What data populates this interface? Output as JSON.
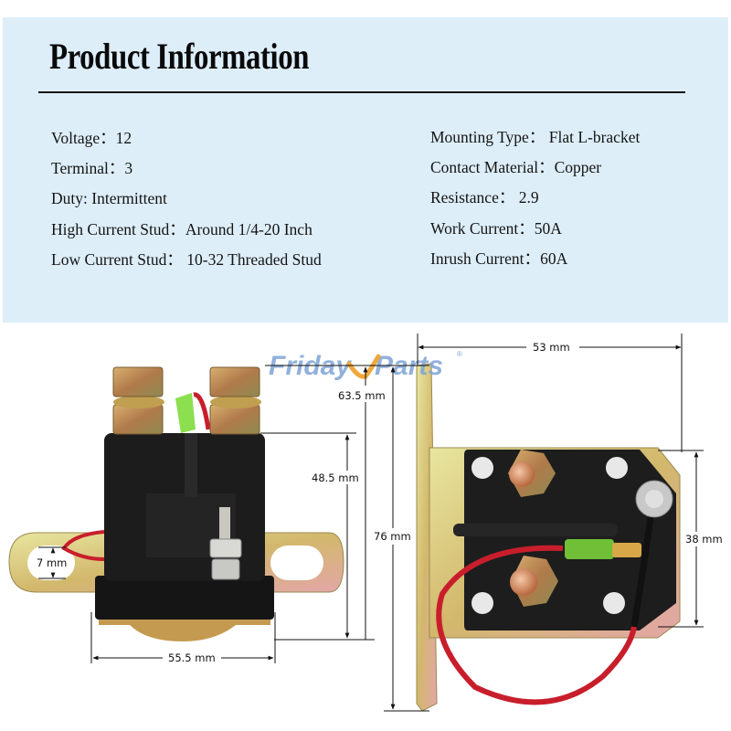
{
  "header": {
    "title": "Product Information"
  },
  "specs": {
    "left": [
      {
        "label": "Voltage：",
        "value": "12"
      },
      {
        "label": "Terminal：",
        "value": "3"
      },
      {
        "label": "Duty: ",
        "value": "Intermittent"
      },
      {
        "label": "High Current Stud：",
        "value": "Around 1/4-20 Inch"
      },
      {
        "label": "Low Current Stud：",
        "value": " 10-32 Threaded Stud"
      }
    ],
    "right": [
      {
        "label": "Mounting Type：",
        "value": " Flat L-bracket"
      },
      {
        "label": "Contact Material：",
        "value": "Copper"
      },
      {
        "label": "Resistance：",
        "value": " 2.9"
      },
      {
        "label": "Work Current：",
        "value": "50A"
      },
      {
        "label": "Inrush Current：",
        "value": "60A"
      }
    ]
  },
  "watermark": {
    "text_a": "Friday",
    "text_b": "Parts",
    "mark": "®",
    "accent": "#f0a83c",
    "color": "#7ea4d6"
  },
  "dimensions": {
    "mount_hole": "7 mm",
    "base_width": "55.5 mm",
    "body_height": "48.5 mm",
    "total_height_front": "63.5 mm",
    "side_height": "76 mm",
    "side_width": "53 mm",
    "side_body_height": "38 mm"
  },
  "colors": {
    "panel_bg": "#ddeef9",
    "body_black": "#1a1a1a",
    "bracket": "#c9b86a",
    "copper": "#c8875a",
    "wire_red": "#c81e2c",
    "connector_green": "#7fdc3c"
  }
}
